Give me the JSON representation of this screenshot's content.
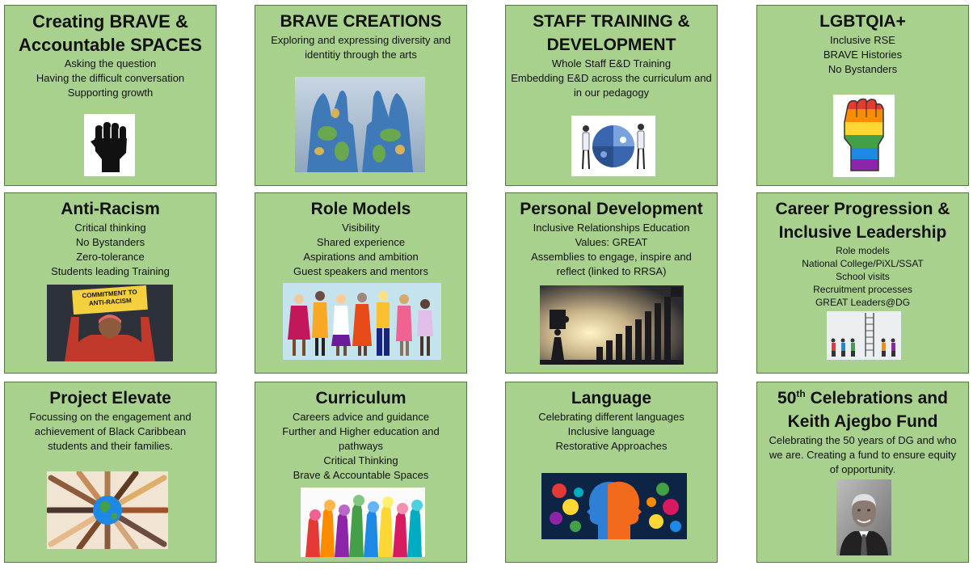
{
  "cards": [
    {
      "title": "Creating BRAVE & Accountable SPACES",
      "lines": [
        "Asking the question",
        "Having the difficult conversation",
        "Supporting growth"
      ],
      "image": "raised-fist-icon"
    },
    {
      "title": "BRAVE CREATIONS",
      "lines": [
        "Exploring and expressing diversity and identitiy through the arts"
      ],
      "image": "painted-globe-hands"
    },
    {
      "title": "STAFF TRAINING & DEVELOPMENT",
      "lines": [
        "Whole Staff E&D Training",
        "Embedding E&D across the curriculum and in our pedagogy"
      ],
      "image": "puzzle-people"
    },
    {
      "title": "LGBTQIA+",
      "lines": [
        "Inclusive RSE",
        "BRAVE Histories",
        "No Bystanders"
      ],
      "image": "rainbow-fist-icon"
    },
    {
      "title": "Anti-Racism",
      "lines": [
        "Critical thinking",
        "No Bystanders",
        "Zero-tolerance",
        "Students leading Training"
      ],
      "image": "protest-sign",
      "sign_text": "COMMITMENT TO ANTI-RACISM"
    },
    {
      "title": "Role Models",
      "lines": [
        "Visibility",
        "Shared experience",
        "Aspirations and ambition",
        "Guest speakers and mentors"
      ],
      "image": "diverse-women"
    },
    {
      "title": "Personal Development",
      "lines": [
        "Inclusive Relationships Education",
        "Values: GREAT",
        "Assemblies to engage, inspire and reflect (linked to RRSA)"
      ],
      "image": "puzzle-bars"
    },
    {
      "title": "Career Progression & Inclusive Leadership",
      "lines": [
        "Role models",
        "National College/PiXL/SSAT",
        "School visits",
        "Recruitment processes",
        "GREAT Leaders@DG"
      ],
      "image": "ladder-people"
    },
    {
      "title": "Project Elevate",
      "lines": [
        "Focussing on the engagement and achievement of Black Caribbean students and their families."
      ],
      "image": "hands-globe"
    },
    {
      "title": "Curriculum",
      "lines": [
        "Careers advice and guidance",
        "Further and Higher education and pathways",
        "Critical Thinking",
        "Brave & Accountable Spaces"
      ],
      "image": "colorful-hands"
    },
    {
      "title": "Language",
      "lines": [
        "Celebrating different languages",
        "Inclusive language",
        "Restorative Approaches"
      ],
      "image": "two-heads"
    },
    {
      "title_main": "50",
      "title_sup": "th",
      "title_rest": " Celebrations and Keith Ajegbo Fund",
      "lines": [
        "Celebrating the 50 years of DG and who we are. Creating a fund to ensure equity of opportunity."
      ],
      "image": "portrait-photo"
    }
  ]
}
